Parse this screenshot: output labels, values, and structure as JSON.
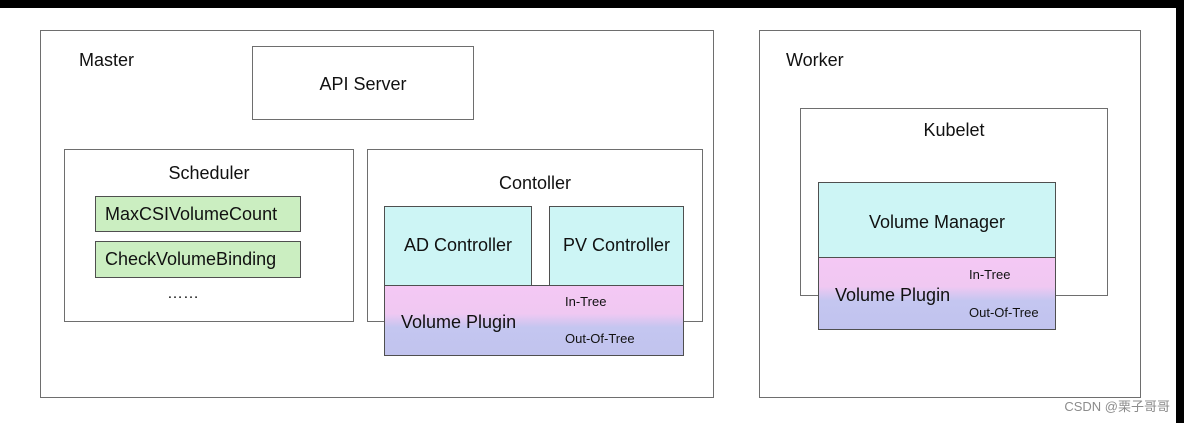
{
  "master": {
    "title": "Master",
    "api_server": "API Server",
    "scheduler": {
      "title": "Scheduler",
      "items": [
        "MaxCSIVolumeCount",
        "CheckVolumeBinding"
      ],
      "more": "……"
    },
    "controller": {
      "title": "Contoller",
      "ad_controller": "AD Controller",
      "pv_controller": "PV Controller",
      "volume_plugin": {
        "label": "Volume Plugin",
        "in_tree": "In-Tree",
        "out_of_tree": "Out-Of-Tree"
      }
    }
  },
  "worker": {
    "title": "Worker",
    "kubelet": {
      "title": "Kubelet",
      "volume_manager": "Volume Manager",
      "volume_plugin": {
        "label": "Volume Plugin",
        "in_tree": "In-Tree",
        "out_of_tree": "Out-Of-Tree"
      }
    }
  },
  "watermark": "CSDN @栗子哥哥",
  "colors": {
    "green_fill": "#cbeec1",
    "cyan_fill": "#cdf5f5",
    "in_tree_fill": "#f4c8f4",
    "out_of_tree_fill": "#c1c3ee",
    "border": "#6e6e6e"
  }
}
